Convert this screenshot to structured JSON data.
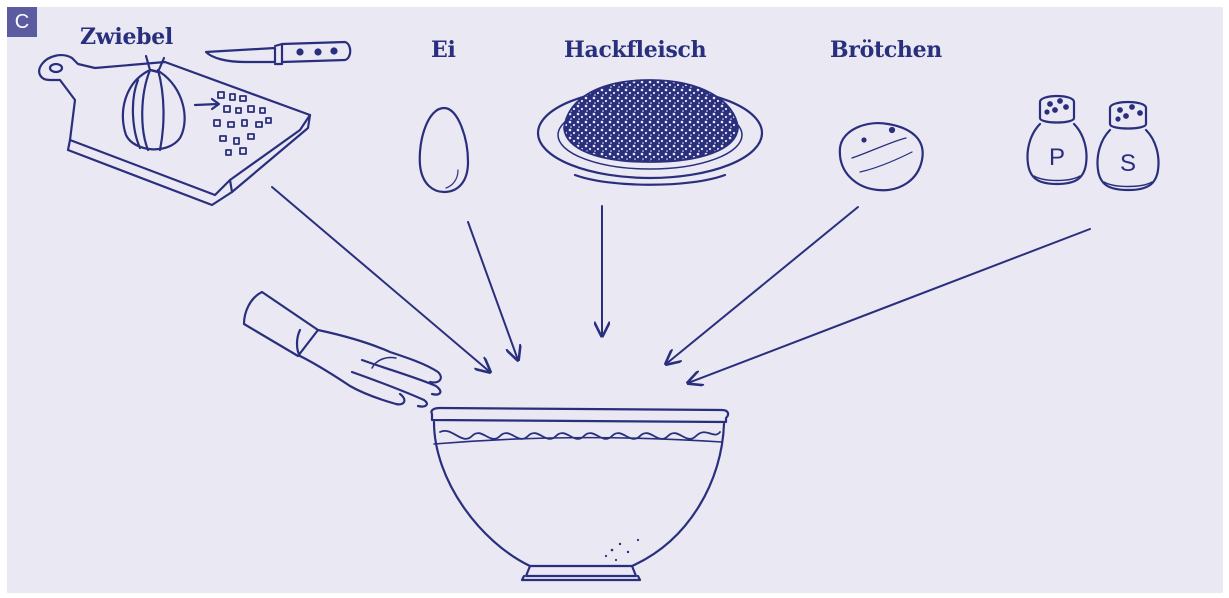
{
  "panel": {
    "letter": "C",
    "badge_color": "#5c5aa0",
    "background": "#e9e8f3",
    "ink_color": "#2a2f7d"
  },
  "ingredients": {
    "zwiebel": "Zwiebel",
    "ei": "Ei",
    "hackfleisch": "Hackfleisch",
    "broetchen": "Brötchen"
  },
  "shakers": {
    "pepper": "P",
    "salt": "S"
  },
  "icons": [
    "cutting-board-icon",
    "onion-icon",
    "knife-icon",
    "egg-icon",
    "minced-meat-plate-icon",
    "bread-roll-icon",
    "pepper-shaker-icon",
    "salt-shaker-icon",
    "hand-icon",
    "mixing-bowl-icon"
  ]
}
